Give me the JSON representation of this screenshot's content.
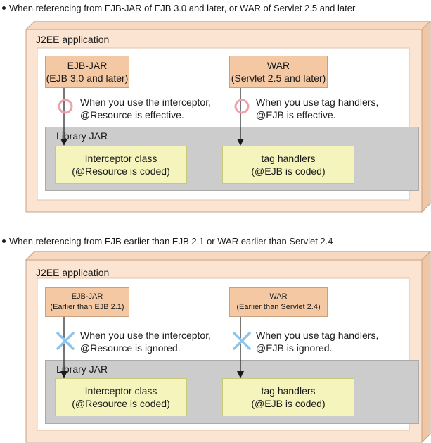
{
  "panels": [
    {
      "heading": "When referencing from EJB-JAR of EJB 3.0 and later, or WAR of Servlet 2.5 and later",
      "app_title": "J2EE application",
      "left_module": {
        "line1": "EJB-JAR",
        "line2": "(EJB 3.0 and later)"
      },
      "right_module": {
        "line1": "WAR",
        "line2": "(Servlet 2.5 and later)"
      },
      "left_note": {
        "line1": "When you use the interceptor,",
        "line2": "@Resource is effective."
      },
      "right_note": {
        "line1": "When you use tag handlers,",
        "line2": "@EJB is effective."
      },
      "library_label": "Library JAR",
      "left_class": {
        "line1": "Interceptor class",
        "line2": "(@Resource is coded)"
      },
      "right_class": {
        "line1": "tag handlers",
        "line2": "(@EJB is coded)"
      },
      "mark": "effective-circle",
      "mark_color": "#f0a0a8"
    },
    {
      "heading": "When referencing from EJB earlier than EJB 2.1 or WAR earlier than Servlet 2.4",
      "app_title": "J2EE application",
      "left_module": {
        "line1": "EJB-JAR",
        "line2": "(Earlier than EJB 2.1)"
      },
      "right_module": {
        "line1": "WAR",
        "line2": "(Earlier than Servlet 2.4)"
      },
      "left_note": {
        "line1": "When you use the interceptor,",
        "line2": "@Resource is ignored."
      },
      "right_note": {
        "line1": "When you use tag handlers,",
        "line2": "@EJB is ignored."
      },
      "library_label": "Library JAR",
      "left_class": {
        "line1": "Interceptor class",
        "line2": "(@Resource is coded)"
      },
      "right_class": {
        "line1": "tag handlers",
        "line2": "(@EJB is coded)"
      },
      "mark": "ignored-cross",
      "mark_color": "#8cc4ec"
    }
  ],
  "colors": {
    "container_fill": "#fbe4d2",
    "container_border": "#c9a080",
    "module_fill": "#f5c8a4",
    "library_fill": "#cccccc",
    "class_fill": "#f4f4bc"
  }
}
